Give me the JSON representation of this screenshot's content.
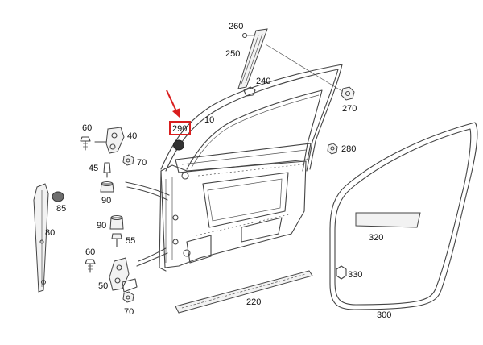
{
  "diagram": {
    "highlight_color": "#d91e1e",
    "highlighted_part": "290",
    "labels": {
      "p260": "260",
      "p250": "250",
      "p240": "240",
      "p270": "270",
      "p10": "10",
      "p290": "290",
      "p280": "280",
      "p60a": "60",
      "p40": "40",
      "p70a": "70",
      "p45": "45",
      "p90a": "90",
      "p85": "85",
      "p80": "80",
      "p90b": "90",
      "p55": "55",
      "p60b": "60",
      "p50": "50",
      "p70b": "70",
      "p320": "320",
      "p330": "330",
      "p300": "300",
      "p220": "220"
    }
  }
}
